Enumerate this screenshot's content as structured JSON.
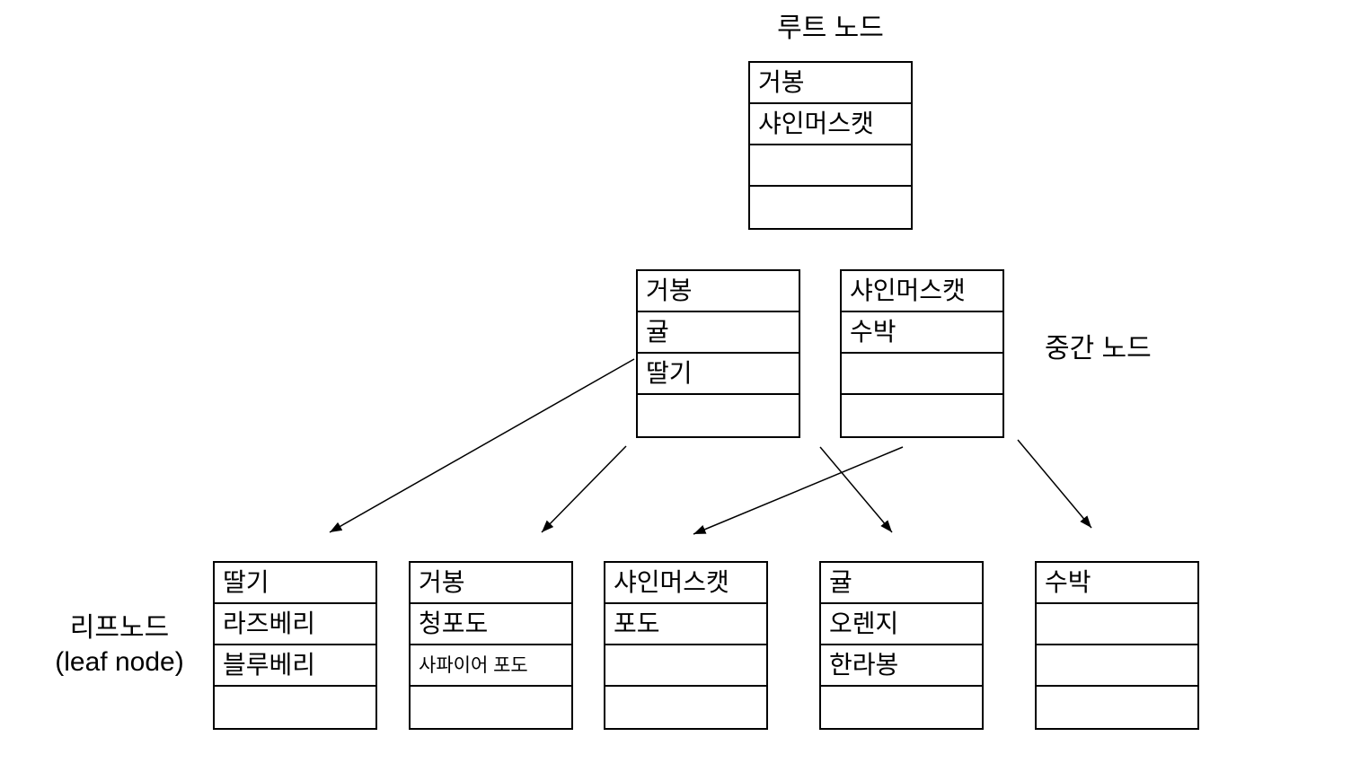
{
  "diagram": {
    "labels": {
      "root": "루트 노드",
      "middle": "중간 노드",
      "leaf_ko": "리프노드",
      "leaf_en": "(leaf node)"
    },
    "nodes": {
      "root": {
        "name": "root-node",
        "rows": [
          "거봉",
          "샤인머스캣",
          "",
          ""
        ]
      },
      "mid_left": {
        "name": "middle-node-left",
        "rows": [
          "거봉",
          "귤",
          "딸기",
          ""
        ]
      },
      "mid_right": {
        "name": "middle-node-right",
        "rows": [
          "샤인머스캣",
          "수박",
          "",
          ""
        ]
      },
      "leaf1": {
        "name": "leaf-node-1",
        "rows": [
          "딸기",
          "라즈베리",
          "블루베리",
          ""
        ]
      },
      "leaf2": {
        "name": "leaf-node-2",
        "rows": [
          "거봉",
          "청포도",
          "사파이어 포도",
          ""
        ]
      },
      "leaf3": {
        "name": "leaf-node-3",
        "rows": [
          "샤인머스캣",
          "포도",
          "",
          ""
        ]
      },
      "leaf4": {
        "name": "leaf-node-4",
        "rows": [
          "귤",
          "오렌지",
          "한라봉",
          ""
        ]
      },
      "leaf5": {
        "name": "leaf-node-5",
        "rows": [
          "수박",
          "",
          "",
          ""
        ]
      }
    },
    "connections": [
      {
        "from": "middle-node-left",
        "to": "leaf-node-1"
      },
      {
        "from": "middle-node-left",
        "to": "leaf-node-2"
      },
      {
        "from": "middle-node-left",
        "to": "leaf-node-4"
      },
      {
        "from": "middle-node-right",
        "to": "leaf-node-3"
      },
      {
        "from": "middle-node-right",
        "to": "leaf-node-5"
      }
    ],
    "colors": {
      "line": "#000000",
      "text": "#000000",
      "background": "#ffffff"
    }
  }
}
